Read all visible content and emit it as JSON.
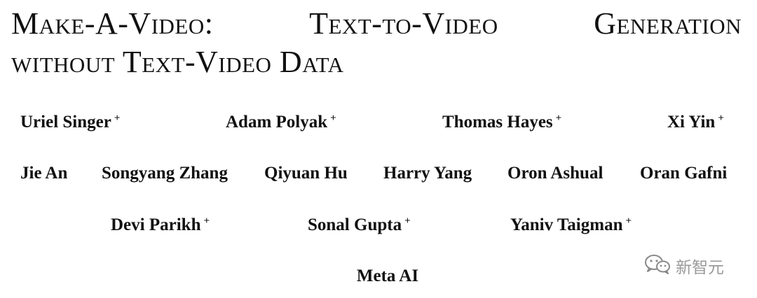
{
  "title": {
    "line1_words": [
      "Make-A-Video:",
      "Text-to-Video",
      "Generation"
    ],
    "line2": "without Text-Video Data"
  },
  "authors": {
    "row1": [
      {
        "name": "Uriel Singer",
        "mark": "+"
      },
      {
        "name": "Adam Polyak",
        "mark": "+"
      },
      {
        "name": "Thomas Hayes",
        "mark": "+"
      },
      {
        "name": "Xi Yin",
        "mark": "+"
      }
    ],
    "row2": [
      {
        "name": "Jie An"
      },
      {
        "name": "Songyang Zhang"
      },
      {
        "name": "Qiyuan Hu"
      },
      {
        "name": "Harry Yang"
      },
      {
        "name": "Oron Ashual"
      },
      {
        "name": "Oran Gafni"
      }
    ],
    "row3": [
      {
        "name": "Devi Parikh",
        "mark": "+"
      },
      {
        "name": "Sonal Gupta",
        "mark": "+"
      },
      {
        "name": "Yaniv Taigman",
        "mark": "+"
      }
    ]
  },
  "affiliation": "Meta AI",
  "watermark": {
    "icon": "wechat-icon",
    "text": "新智元"
  }
}
